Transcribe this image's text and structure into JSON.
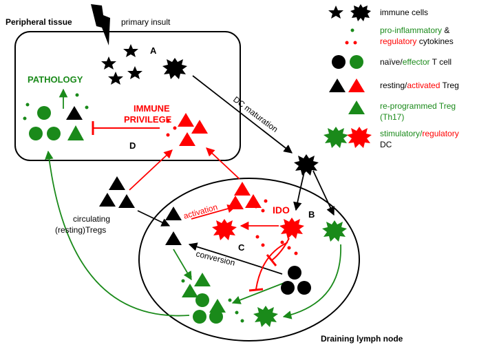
{
  "labels": {
    "peripheral_tissue": "Peripheral tissue",
    "primary_insult": "primary insult",
    "label_a": "A",
    "label_b": "B",
    "label_c": "C",
    "label_d": "D",
    "pathology": "PATHOLOGY",
    "immune_privilege_1": "IMMUNE",
    "immune_privilege_2": "PRIVILEGE",
    "dc_maturation": "DC maturation",
    "circulating_1": "circulating",
    "circulating_2": "(resting)Tregs",
    "activation": "activation",
    "ido": "IDO",
    "conversion": "conversion",
    "draining_lymph_node": "Draining lymph node"
  },
  "legend": {
    "immune_cells": "immune cells",
    "pro_inflammatory": "pro-inflammatory",
    "amp": " &",
    "regulatory": "regulatory",
    "cytokines": " cytokines",
    "naive": "naïve/",
    "effector": "effector",
    "t_cell": " T cell",
    "resting": "resting/",
    "activated": "activated",
    "treg": " Treg",
    "reprogrammed": "re-programmed Treg",
    "th17": "(Th17)",
    "stimulatory": "stimulatory/",
    "regulatory_dc": "regulatory",
    "dc": "DC"
  },
  "colors": {
    "black": "#000000",
    "green": "#1a8a1a",
    "red": "#ff0000"
  }
}
